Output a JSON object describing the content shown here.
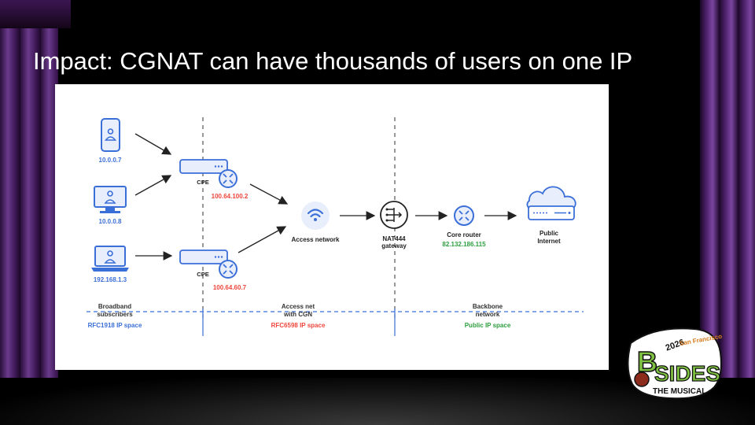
{
  "slide": {
    "title": "Impact: CGNAT can have thousands of users on one IP"
  },
  "diagram": {
    "devices": {
      "phone_ip": "10.0.0.7",
      "desktop_ip": "10.0.0.8",
      "laptop_ip": "192.168.1.3"
    },
    "cpe_top": {
      "label": "CPE",
      "ip": "100.64.100.2"
    },
    "cpe_bottom": {
      "label": "CPE",
      "ip": "100.64.60.7"
    },
    "access_network": {
      "label": "Access network"
    },
    "nat_gateway": {
      "label_line1": "NAT444",
      "label_line2": "gateway"
    },
    "core_router": {
      "label": "Core router",
      "ip": "82.132.186.115"
    },
    "internet": {
      "label_line1": "Public",
      "label_line2": "Internet"
    },
    "zones": [
      {
        "line1": "Broadband",
        "line2": "subscribers",
        "space": "RFC1918 IP space",
        "color": "#3b6fd8"
      },
      {
        "line1": "Access net",
        "line2": "with CGN",
        "space": "RFC6598 IP space",
        "color": "#f0463c"
      },
      {
        "line1": "Backbone",
        "line2": "network",
        "space": "Public IP space",
        "color": "#2e9e3e"
      }
    ],
    "colors": {
      "blue": "#3b6fd8",
      "red": "#f0463c",
      "green": "#2e9e3e",
      "dark": "#222222"
    }
  },
  "logo": {
    "year": "2026",
    "city": "San Francisco",
    "letter": "B",
    "word": "SIDES",
    "subtitle": "THE MUSICAL"
  }
}
